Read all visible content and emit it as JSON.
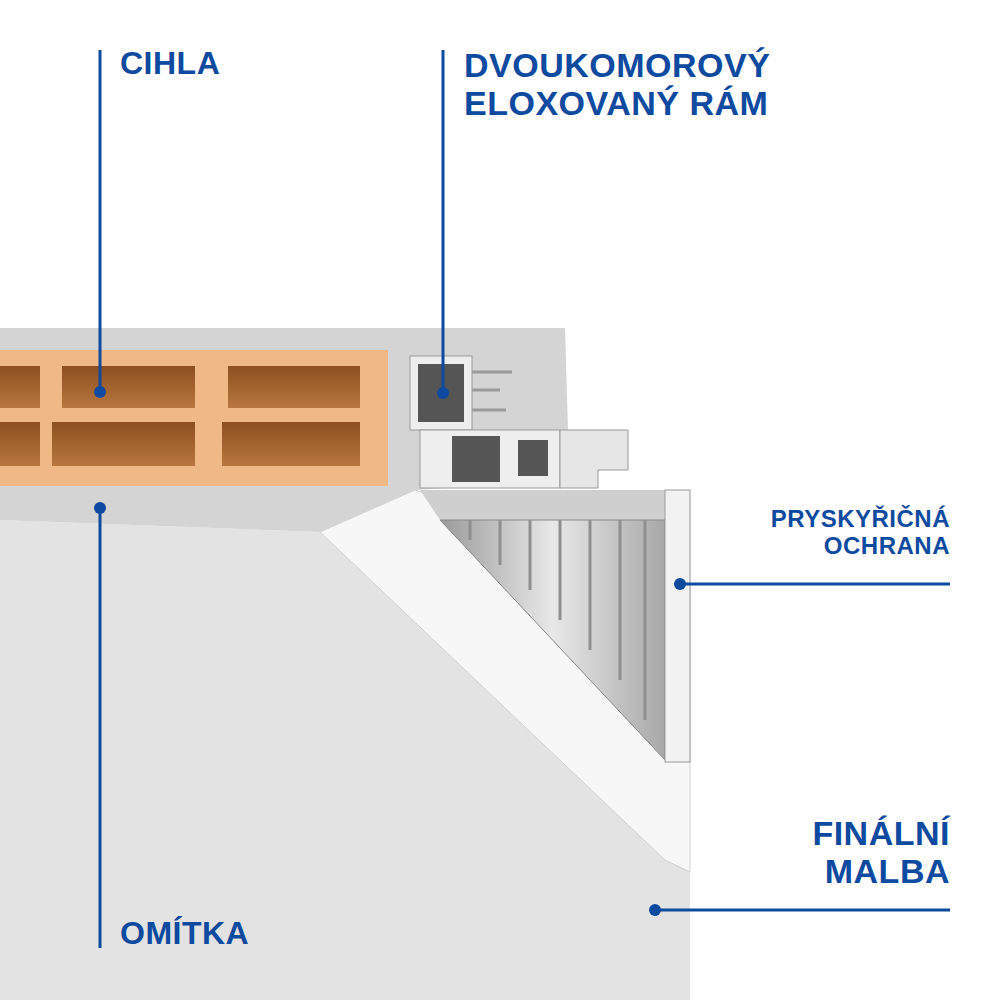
{
  "diagram": {
    "labels": [
      "CIHLA",
      "DVOUKOMOROVÝ ELOXOVANÝ RÁM",
      "PRYSKYŘIČNÁ OCHRANA",
      "FINÁLNÍ MALBA",
      "OMÍTKA"
    ]
  }
}
